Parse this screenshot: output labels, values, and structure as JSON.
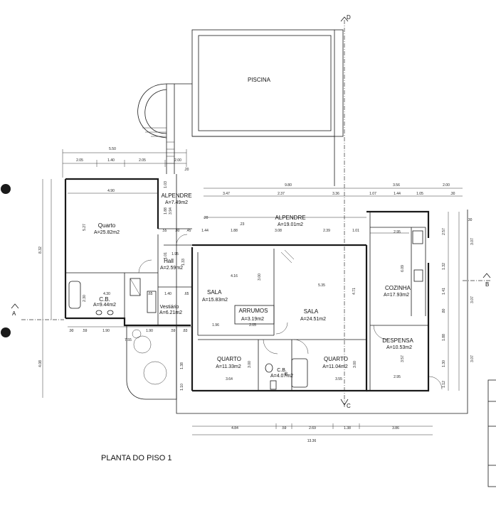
{
  "title": "PLANTA DO PISO 1",
  "pool": "PISCINA",
  "section_marks": {
    "a": "A",
    "b": "B",
    "c": "C",
    "d": "D"
  },
  "rooms": {
    "alpendre_small": {
      "name": "ALPENDRE",
      "area": "A=7.49m2"
    },
    "alpendre_long": {
      "name": "ALPENDRE",
      "area": "A=19.01m2"
    },
    "quarto_main": {
      "name": "Quarto",
      "area": "A=25.82m2"
    },
    "hall": {
      "name": "Hall",
      "area": "A=2.59m2"
    },
    "cb1": {
      "name": "C.B.",
      "area": "A=9.44m2"
    },
    "vestiario": {
      "name": "Vestiário",
      "area": "A=6.21m2"
    },
    "sala1": {
      "name": "SALA",
      "area": "A=15.83m2"
    },
    "arrumos": {
      "name": "ARRUMOS",
      "area": "A=3.19m2"
    },
    "sala2": {
      "name": "SALA",
      "area": "A=24.51m2"
    },
    "cozinha": {
      "name": "COZINHA",
      "area": "A=17.93m2"
    },
    "despensa": {
      "name": "DESPENSA",
      "area": "A=10.53m2"
    },
    "quarto2": {
      "name": "QUARTO",
      "area": "A=11.33m2"
    },
    "cb2": {
      "name": "C.B.",
      "area": "A=4.07m2"
    },
    "quarto3": {
      "name": "QUARTO",
      "area": "A=11.04m2"
    }
  },
  "dims": {
    "top_550": "5.50",
    "top_205a": "2.05",
    "top_140": "1.40",
    "top_205b": "2.05",
    "top_200": "2.00",
    "d_980": "9.80",
    "d_356": "3.56",
    "d_200r": "2.00",
    "d_347": "3.47",
    "d_237": "2.37",
    "d_336": "3.36",
    "d_107": "1.07",
    "d_144": "1.44",
    "d_105": "1.05",
    "d_30": ".30",
    "d_490": "4.90",
    "d_527": "5.27",
    "d_832": "8.32",
    "d_408": "4.08",
    "d_20a": ".20",
    "d_20b": ".20",
    "d_188a": "1.88",
    "d_394": "3.94",
    "d_103": "1.03",
    "d_55": ".55",
    "d_80": ".80",
    "d_45": ".45",
    "d_144b": "1.44",
    "d_188b": "1.88",
    "d_23": ".23",
    "d_308": "3.08",
    "d_239": "2.39",
    "d_101": "1.01",
    "d_295a": "2.95",
    "d_257": "2.57",
    "d_30b": ".30",
    "d_195": "1.95",
    "d_101b": "1.01",
    "d_133": "1.33",
    "d_416": "4.16",
    "d_300a": "3.00",
    "d_535": "5.35",
    "d_471": "4.71",
    "d_430": "4.30",
    "d_230": "2.30",
    "d_65a": ".65",
    "d_140b": "1.40",
    "d_65b": ".65",
    "d_609": "6.09",
    "d_132": "1.32",
    "d_141": "1.41",
    "d_80b": ".80",
    "d_188c": "1.88",
    "d_130": "1.30",
    "d_112": "1.12",
    "d_307a": "3.07",
    "d_307b": "3.07",
    "d_307c": "3.07",
    "d_196": "1.96",
    "d_205c": "2.05",
    "d_90": ".90",
    "d_59": ".59",
    "d_190a": "1.90",
    "d_190b": "1.90",
    "d_59b": ".59",
    "d_83": ".83",
    "d_75": "7.55",
    "d_138": "1.38",
    "d_110": "1.10",
    "d_364": "3.64",
    "d_300b": "3.00",
    "d_300c": "3.00",
    "d_355": "3.55",
    "d_88": ".88",
    "d_357": "3.57",
    "d_295b": "2.95",
    "b_484": "4.84",
    "b_59": ".59",
    "b_269": "2.69",
    "b_138": "1.38",
    "b_386": "3.86",
    "b_1336": "13.36"
  }
}
